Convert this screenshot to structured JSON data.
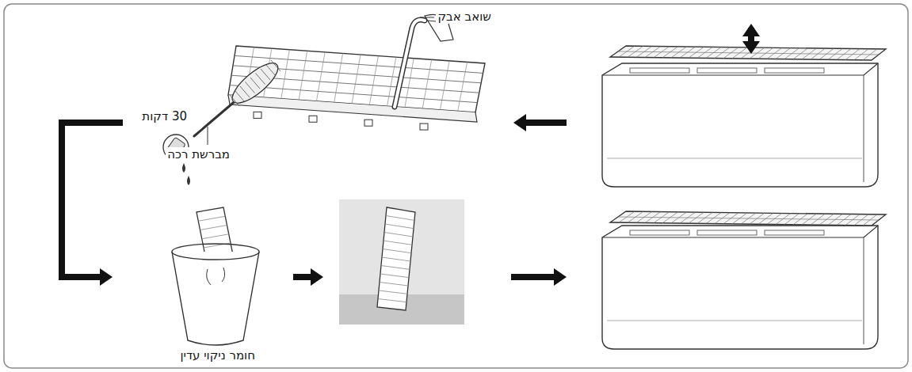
{
  "diagram": {
    "labels": [
      "שואב אבק",
      "מברשת רכה",
      "30 דקות",
      "חומר ניקוי עדין"
    ]
  }
}
